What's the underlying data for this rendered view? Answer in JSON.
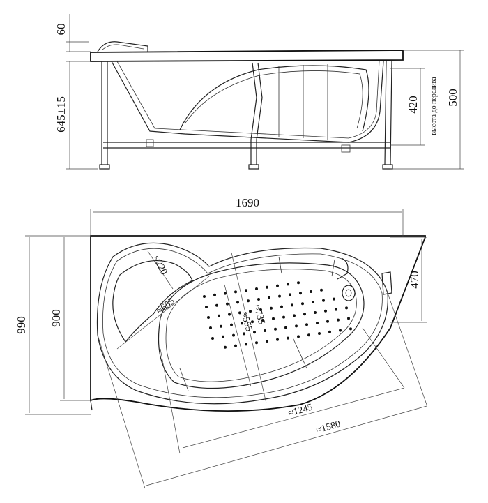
{
  "side_view": {
    "dim_rim": "60",
    "dim_height": "645±15",
    "dim_overflow": "420",
    "dim_overflow_note": "высота до перелива",
    "dim_right": "500"
  },
  "top_view": {
    "dim_length": "1690",
    "dim_width_outer": "990",
    "dim_width_inner": "900",
    "dim_right_side": "470",
    "dim_headrest": "≈220",
    "dim_head_diag": "≈655",
    "dim_inner_width": "≈555",
    "dim_outer_width": "≈735",
    "dim_inner_length": "≈1245",
    "dim_outer_length": "≈1580"
  }
}
